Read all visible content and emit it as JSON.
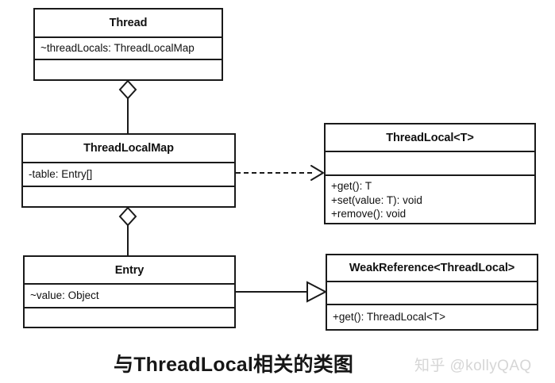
{
  "diagram": {
    "type": "uml-class-diagram",
    "caption": "与ThreadLocal相关的类图",
    "watermark": "知乎 @kollyQAQ",
    "background_color": "#ffffff",
    "line_color": "#1a1a1a",
    "text_color": "#111111",
    "watermark_color": "#d6d6d6"
  },
  "classes": [
    {
      "id": "thread",
      "name": "Thread",
      "attributes": [
        "~threadLocals: ThreadLocalMap"
      ],
      "operations": []
    },
    {
      "id": "threadlocalmap",
      "name": "ThreadLocalMap",
      "attributes": [
        "-table: Entry[]"
      ],
      "operations": []
    },
    {
      "id": "threadlocal",
      "name": "ThreadLocal<T>",
      "attributes": [],
      "operations": [
        "+get(): T",
        "+set(value: T): void",
        "+remove(): void"
      ]
    },
    {
      "id": "entry",
      "name": "Entry",
      "attributes": [
        "~value: Object"
      ],
      "operations": []
    },
    {
      "id": "weakreference",
      "name": "WeakReference<ThreadLocal>",
      "attributes": [],
      "operations": [
        "+get(): ThreadLocal<T>"
      ]
    }
  ],
  "relationships": [
    {
      "id": "thread-owns-map",
      "kind": "aggregation",
      "from": "thread",
      "to": "threadlocalmap",
      "marker": "hollow-diamond-icon"
    },
    {
      "id": "map-depends-threadlocal",
      "kind": "dependency",
      "from": "threadlocalmap",
      "to": "threadlocal",
      "marker": "open-arrow-icon",
      "style": "dashed"
    },
    {
      "id": "map-owns-entry",
      "kind": "aggregation",
      "from": "threadlocalmap",
      "to": "entry",
      "marker": "hollow-diamond-icon"
    },
    {
      "id": "entry-extends-weakreference",
      "kind": "generalization",
      "from": "entry",
      "to": "weakreference",
      "marker": "hollow-triangle-icon",
      "style": "solid"
    }
  ]
}
